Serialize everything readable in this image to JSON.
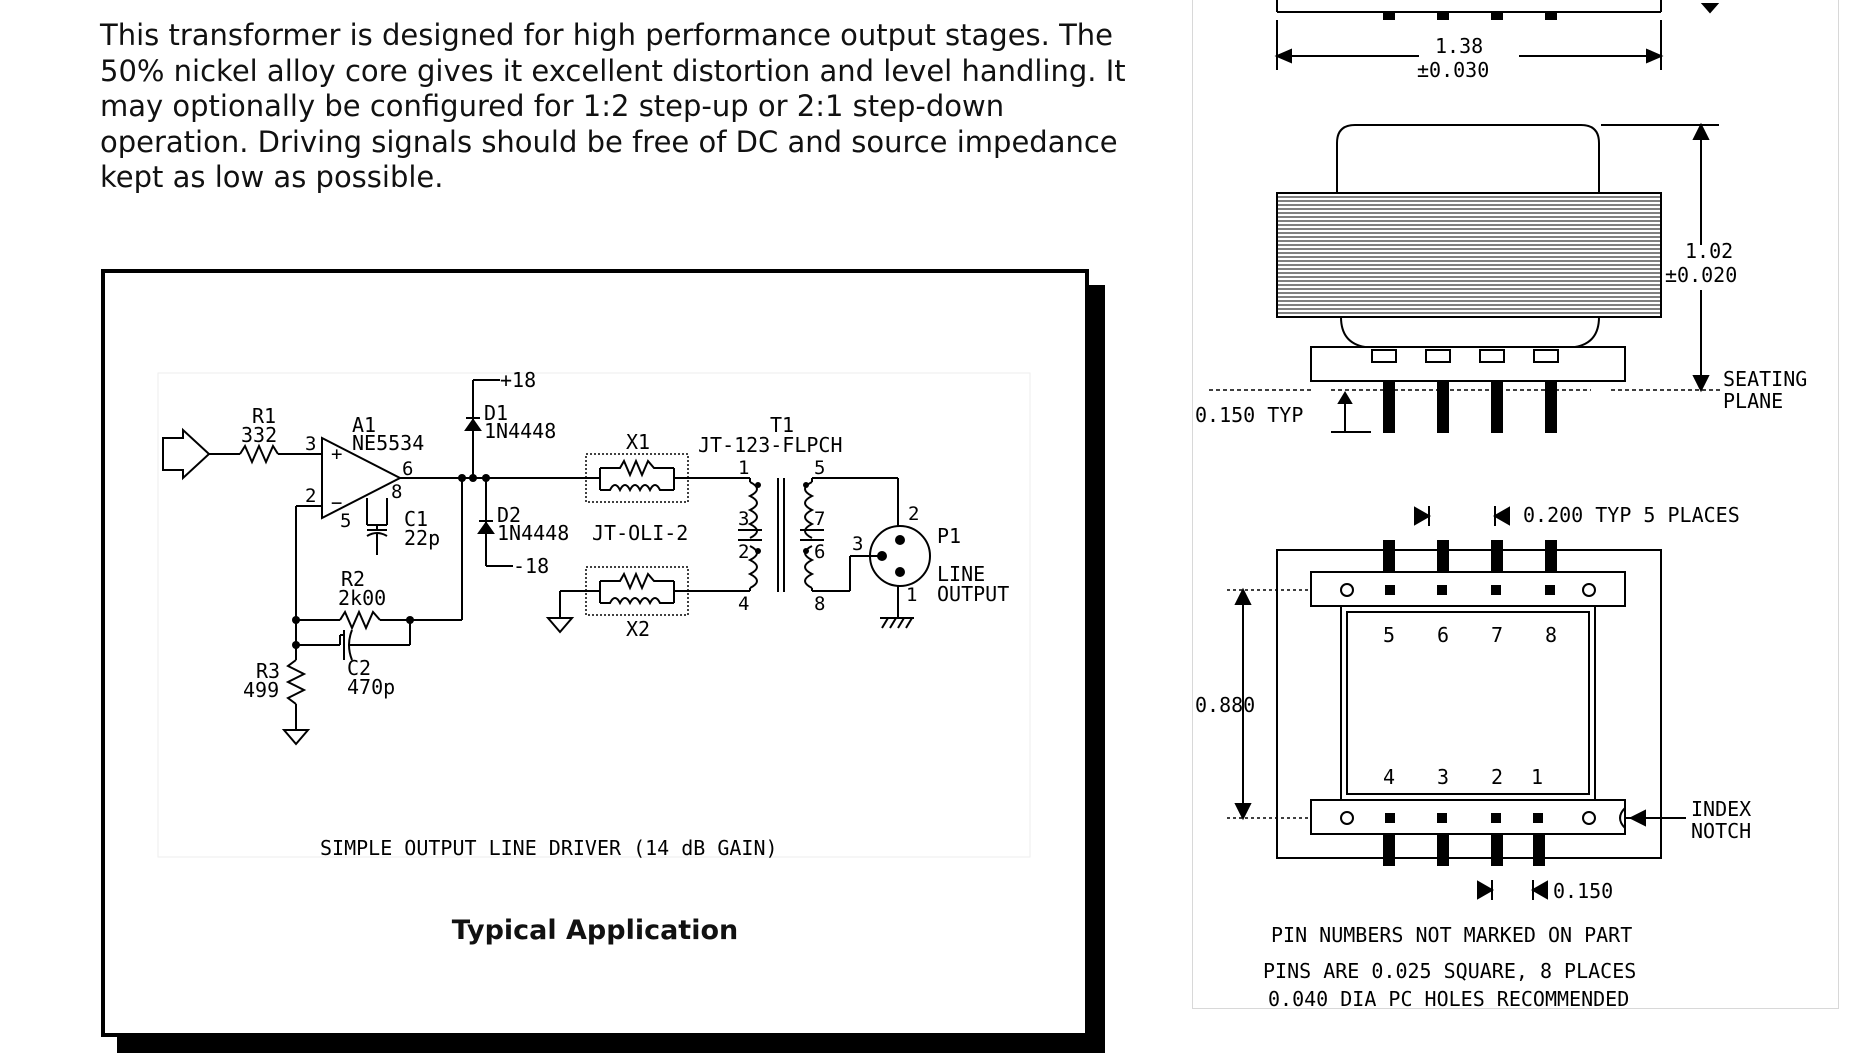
{
  "intro_text": "This transformer is designed for high performance output stages. The 50% nickel alloy core gives it excellent distortion and level handling. It may optionally be configured for 1:2 step-up or 2:1 step-down operation. Driving signals should be free of DC and source impedance kept as low as possible.",
  "schematic": {
    "caption": "SIMPLE OUTPUT LINE DRIVER (14 dB GAIN)",
    "panel_title": "Typical Application",
    "r1": {
      "ref": "R1",
      "value": "332"
    },
    "a1": {
      "ref": "A1",
      "value": "NE5534"
    },
    "d1": {
      "ref": "D1",
      "value": "1N4448"
    },
    "d2": {
      "ref": "D2",
      "value": "1N4448"
    },
    "c1": {
      "ref": "C1",
      "value": "22p"
    },
    "c2": {
      "ref": "C2",
      "value": "470p"
    },
    "r2": {
      "ref": "R2",
      "value": "2k00"
    },
    "r3": {
      "ref": "R3",
      "value": "499"
    },
    "x1": "X1",
    "x2": "X2",
    "zobel_part": "JT-OLI-2",
    "t1": {
      "ref": "T1",
      "part": "JT-123-FLPCH"
    },
    "p1": {
      "ref": "P1",
      "line1": "LINE",
      "line2": "OUTPUT"
    },
    "supply_pos": "+18",
    "supply_neg": "-18",
    "pins": {
      "op_in_pos": "3",
      "op_in_neg": "2",
      "op_out": "6",
      "op_5": "5",
      "op_8": "8",
      "t1": "1",
      "t2": "2",
      "t3": "3",
      "t4": "4",
      "t5": "5",
      "t6": "6",
      "t7": "7",
      "t8": "8",
      "p1_1": "1",
      "p1_2": "2",
      "p1_3": "3"
    }
  },
  "mechanical": {
    "width_dim": "1.38",
    "width_tol": "±0.030",
    "height_dim": "1.02",
    "height_tol": "±0.020",
    "seating_1": "SEATING",
    "seating_2": "PLANE",
    "standoff": "0.150 TYP",
    "pin_pitch": "0.200 TYP 5 PLACES",
    "row_spacing": "0.880",
    "pin_top": [
      "5",
      "6",
      "7",
      "8"
    ],
    "pin_bottom": [
      "4",
      "3",
      "2",
      "1"
    ],
    "index_1": "INDEX",
    "index_2": "NOTCH",
    "pin_offset": "0.150",
    "note_1": "PIN NUMBERS NOT MARKED ON PART",
    "note_2": "PINS ARE 0.025 SQUARE, 8 PLACES",
    "note_3": "0.040 DIA PC HOLES RECOMMENDED"
  }
}
